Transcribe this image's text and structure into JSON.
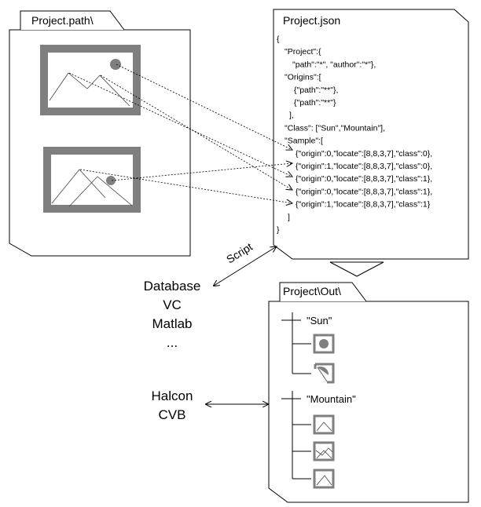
{
  "folders": {
    "source": "Project.path\\",
    "json": "Project.json",
    "out": "Project\\Out\\"
  },
  "json_lines": [
    "{",
    "\"Project\":{",
    "\"path\":\"*\", \"author\":\"*\"},",
    "\"Origins\":[",
    "{\"path\":\"**\"},",
    "{\"path\":\"**\"}",
    "],",
    "\"Class\": [\"Sun\",\"Mountain\"],",
    "\"Sample\":[",
    "{\"origin\":0,\"locate\":[8,8,3,7],\"class\":0},",
    "{\"origin\":1,\"locate\":[8,8,3,7],\"class\":0},",
    "{\"origin\":0,\"locate\":[8,8,3,7],\"class\":1},",
    "{\"origin\":0,\"locate\":[8,8,3,7],\"class\":1},",
    "{\"origin\":1,\"locate\":[8,8,3,7],\"class\":1}",
    "]",
    "}"
  ],
  "script_label": "Script",
  "tools_top": [
    "Database",
    "VC",
    "Matlab",
    "..."
  ],
  "tools_bottom": [
    "Halcon",
    "CVB"
  ],
  "tree": {
    "class_sun": "\"Sun\"",
    "class_mountain": "\"Mountain\""
  },
  "colors": {
    "frame": "#7f7f7f",
    "circle": "#7f7f7f",
    "line": "#000000"
  }
}
